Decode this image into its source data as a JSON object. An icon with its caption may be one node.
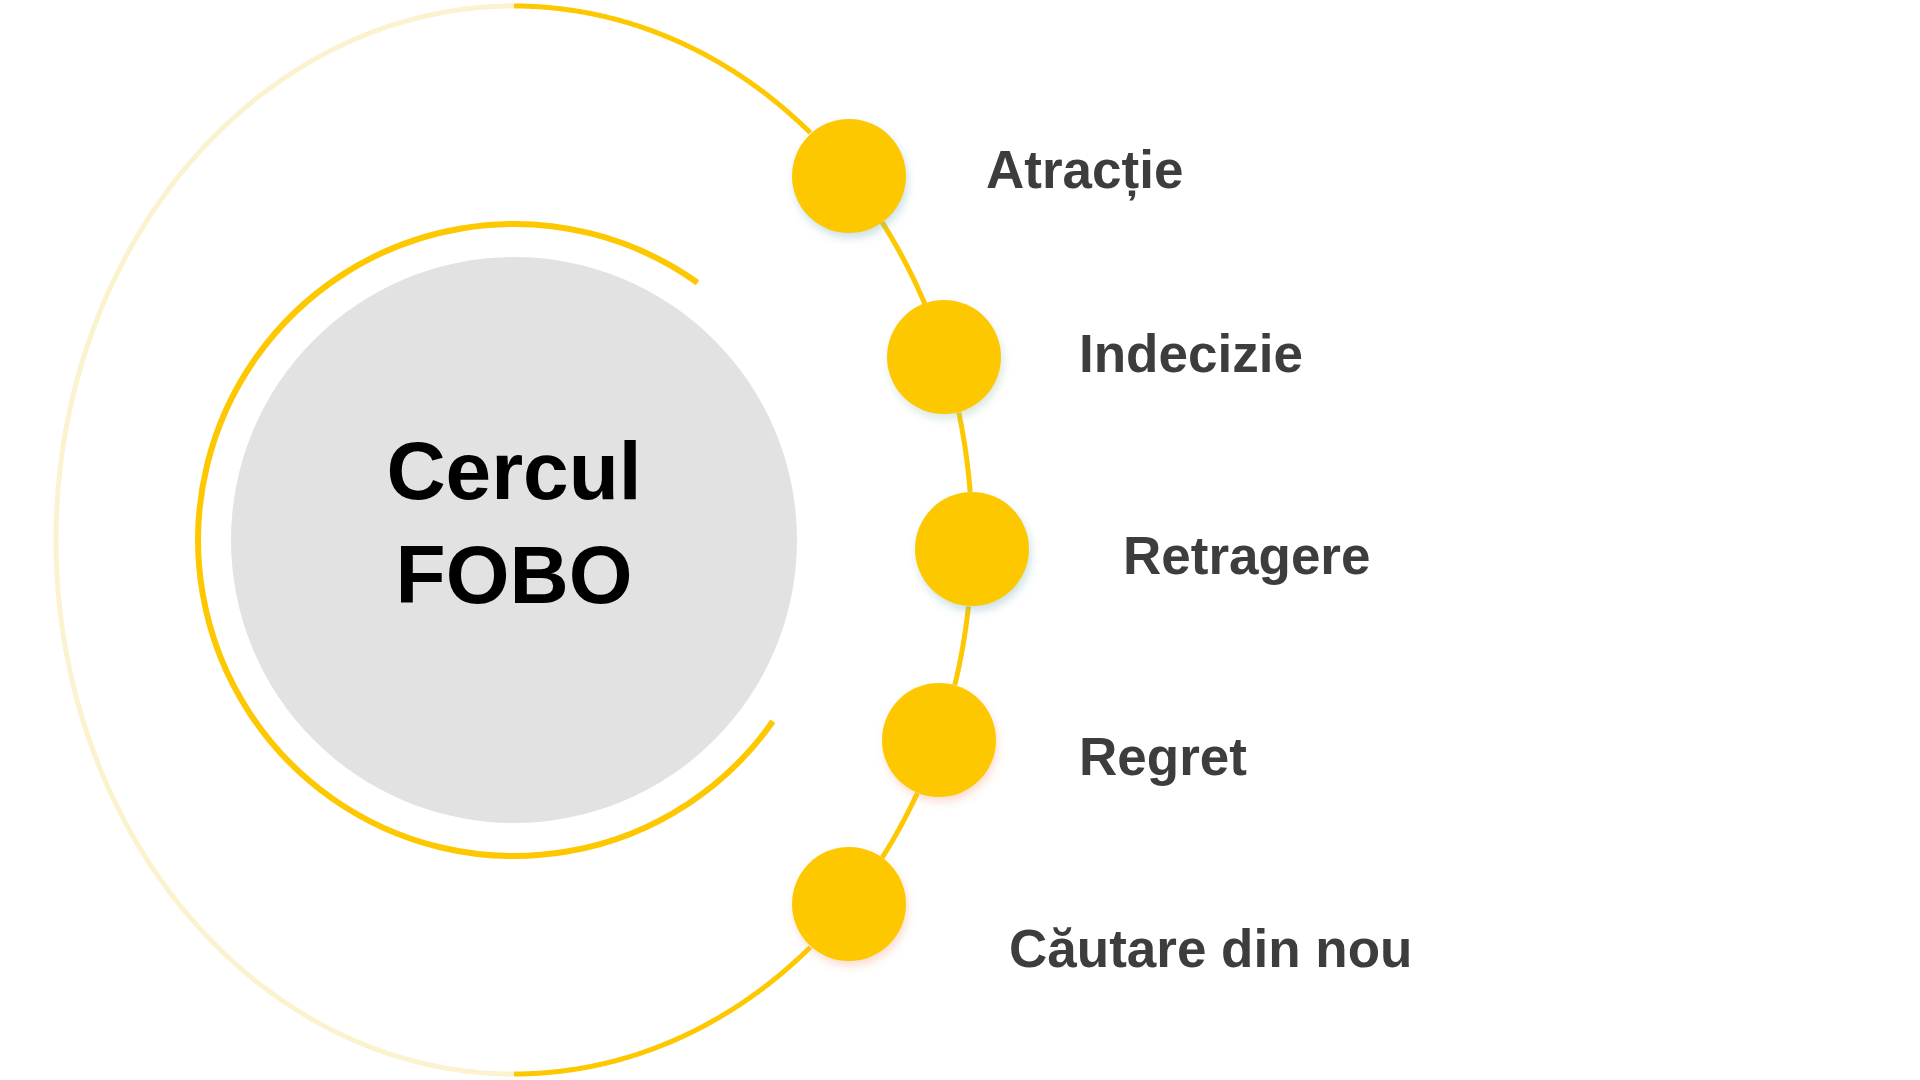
{
  "diagram": {
    "nodes": [
      {
        "text": [
          "Cercul FOBO"
        ]
      },
      {
        "text": [],
        "shape": "circle",
        "beside": [
          "Atracție"
        ]
      },
      {
        "text": [],
        "shape": "circle",
        "beside": [
          "Indecizie"
        ]
      },
      {
        "text": [],
        "shape": "circle",
        "beside": [
          "Retragere"
        ]
      },
      {
        "text": [],
        "shape": "circle",
        "beside": [
          "Regret"
        ]
      },
      {
        "text": [],
        "shape": "circle",
        "beside": [
          "Căutare din nou"
        ]
      }
    ],
    "edges": [
      {
        "from": 1,
        "to": 2,
        "arrow": "none"
      },
      {
        "from": 2,
        "to": 3,
        "arrow": "none"
      },
      {
        "from": 3,
        "to": 4,
        "arrow": "none"
      },
      {
        "from": 4,
        "to": 5,
        "arrow": "none"
      }
    ]
  }
}
